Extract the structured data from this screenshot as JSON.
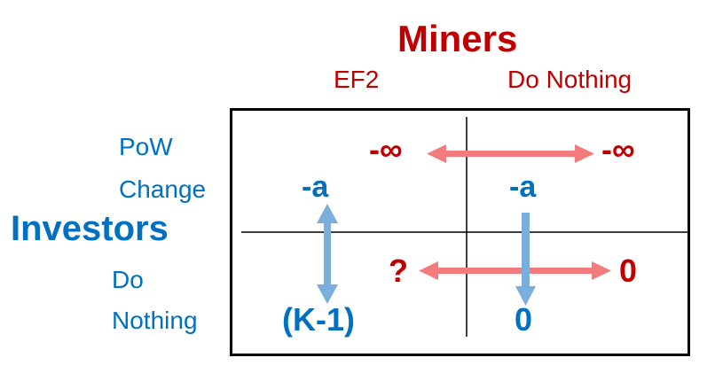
{
  "colors": {
    "miners": "#c00000",
    "investors": "#0070c0",
    "red_arrow": "#f47b7b",
    "blue_arrow": "#7aaedc"
  },
  "miners": {
    "title": "Miners",
    "strategies": [
      "EF2",
      "Do Nothing"
    ]
  },
  "investors": {
    "title": "Investors",
    "strategies": [
      {
        "line1": "PoW",
        "line2": "Change"
      },
      {
        "line1": "Do",
        "line2": "Nothing"
      }
    ]
  },
  "payoffs": {
    "pow_change_ef2": {
      "miner": "-∞",
      "investor": "-a"
    },
    "pow_change_nothing": {
      "miner": "-∞",
      "investor": "-a"
    },
    "nothing_ef2": {
      "miner": "?",
      "investor": "(K-1)"
    },
    "nothing_nothing": {
      "miner": "0",
      "investor": "0"
    }
  }
}
